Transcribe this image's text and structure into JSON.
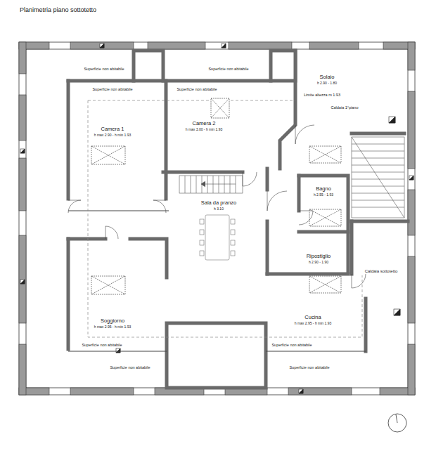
{
  "diagram": {
    "title": "Planimetria piano sottotetto",
    "nodes": [
      {
        "text": [
          "Camera 1",
          "h max 2.90 - h min 1.93"
        ]
      },
      {
        "text": [
          "Camera 2",
          "h max 3.00 - h min 1.93"
        ]
      },
      {
        "text": [
          "Solaio",
          "h 2.90 - 1.80"
        ]
      },
      {
        "text": [
          "Sala da pranzo",
          "h 3.10"
        ]
      },
      {
        "text": [
          "Bagno",
          "h 2.55 - 1.93"
        ]
      },
      {
        "text": [
          "Ripostiglio",
          "h 2.90 - 1.90"
        ]
      },
      {
        "text": [
          "Caldaia sottotetto"
        ]
      },
      {
        "text": [
          "Soggiorno",
          "h max 2.95 - h min 1.93"
        ]
      },
      {
        "text": [
          "Cucina",
          "h max 2.95 - h min 1.93"
        ]
      }
    ],
    "labels": [
      "Superficie non abitabile",
      "Superficie non abitabile",
      "Superficie non abitabile",
      "Superficie non abitabile",
      "Limite altezza m 1.93",
      "Caldaia 1°piano",
      "Superficie non abitabile",
      "Superficie non abitabile",
      "Superficie non abitabile",
      "Superficie non abitabile"
    ]
  }
}
